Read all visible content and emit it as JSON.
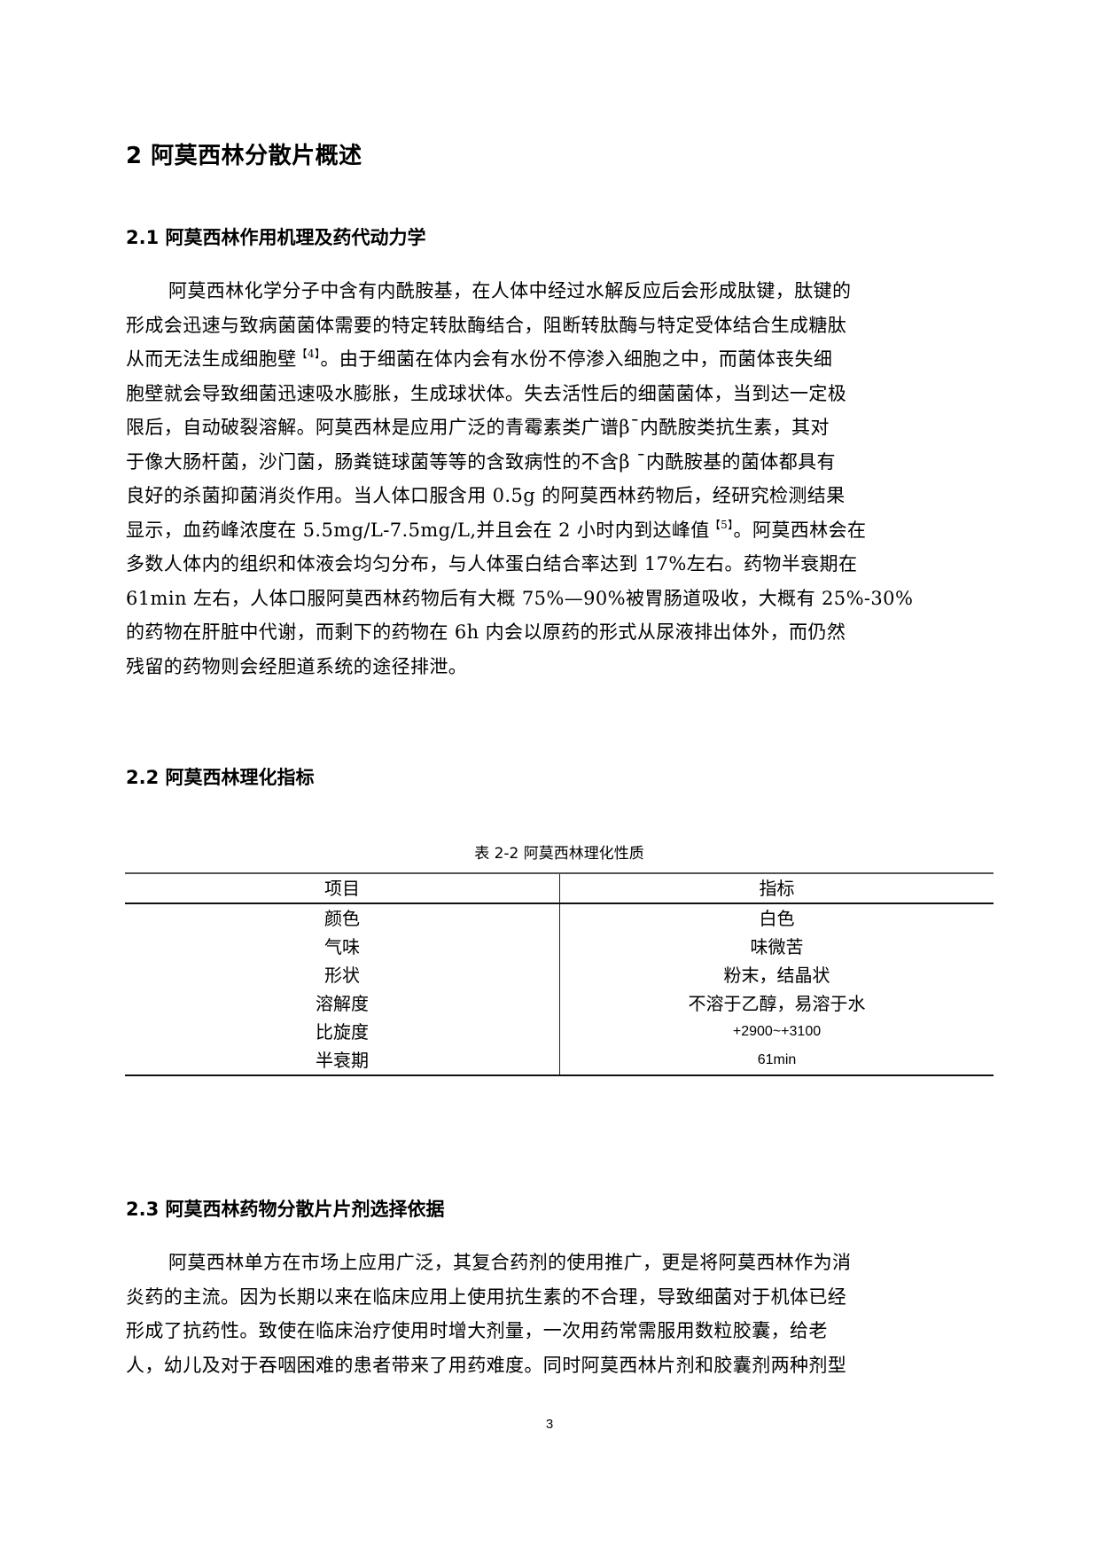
{
  "sections": {
    "s2": {
      "title": "2 阿莫西林分散片概述"
    },
    "s2_1": {
      "title": "2.1 阿莫西林作用机理及药代动力学",
      "lines": [
        "阿莫西林化学分子中含有内酰胺基，在人体中经过水解反应后会形成肽键，肽键的",
        "形成会迅速与致病菌菌体需要的特定转肽酶结合，阻断转肽酶与特定受体结合生成糖肽",
        "从而无法生成细胞壁",
        "。由于细菌在体内会有水份不停渗入细胞之中，而菌体丧失细",
        "胞壁就会导致细菌迅速吸水膨胀，生成球状体。失去活性后的细菌菌体，当到达一定极",
        "限后，自动破裂溶解。阿莫西林是应用广泛的青霉素类广谱β¯内酰胺类抗生素，其对",
        "于像大肠杆菌，沙门菌，肠粪链球菌等等的含致病性的不含β ¯内酰胺基的菌体都具有",
        "良好的杀菌抑菌消炎作用。当人体口服含用 0.5g 的阿莫西林药物后，经研究检测结果",
        "显示，血药峰浓度在 5.5mg/L-7.5mg/L,并且会在 2 小时内到达峰值",
        "。阿莫西林会在",
        "多数人体内的组织和体液会均匀分布，与人体蛋白结合率达到 17%左右。药物半衰期在",
        "61min 左右，人体口服阿莫西林药物后有大概 75%—90%被胃肠道吸收，大概有 25%-30%",
        "的药物在肝脏中代谢，而剩下的药物在 6h 内会以原药的形式从尿液排出体外，而仍然",
        "残留的药物则会经胆道系统的途径排泄。"
      ],
      "refs": {
        "ref4": "【4】",
        "ref5": "【5】"
      }
    },
    "s2_2": {
      "title": "2.2 阿莫西林理化指标",
      "table": {
        "caption": "表 2-2  阿莫西林理化性质",
        "headers": [
          "项目",
          "指标"
        ],
        "rows": [
          [
            "颜色",
            "白色"
          ],
          [
            "气味",
            "味微苦"
          ],
          [
            "形状",
            "粉末，结晶状"
          ],
          [
            "溶解度",
            "不溶于乙醇，易溶于水"
          ],
          [
            "比旋度",
            "+2900~+3100"
          ],
          [
            "半衰期",
            "61min"
          ]
        ]
      }
    },
    "s2_3": {
      "title": "2.3 阿莫西林药物分散片片剂选择依据",
      "lines": [
        "阿莫西林单方在市场上应用广泛，其复合药剂的使用推广，更是将阿莫西林作为消",
        "炎药的主流。因为长期以来在临床应用上使用抗生素的不合理，导致细菌对于机体已经",
        "形成了抗药性。致使在临床治疗使用时增大剂量，一次用药常需服用数粒胶囊，给老",
        "人，幼儿及对于吞咽困难的患者带来了用药难度。同时阿莫西林片剂和胶囊剂两种剂型"
      ]
    }
  },
  "footer": {
    "page_number": "3"
  }
}
